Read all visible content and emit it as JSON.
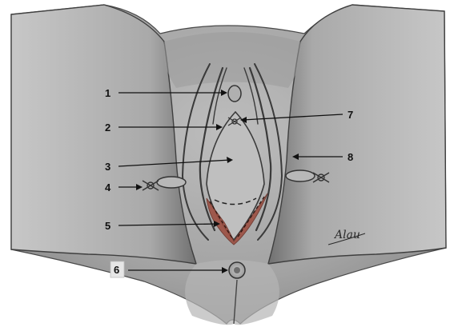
{
  "figure": {
    "colors": {
      "paper": "#ffffff",
      "skin": "#a6a6a6",
      "skin_light": "#c9c9c9",
      "shadow": "#5c5c5c",
      "ink": "#111111",
      "highlight_red": "#9c4a3c"
    },
    "callouts": [
      {
        "number": "1"
      },
      {
        "number": "2"
      },
      {
        "number": "3"
      },
      {
        "number": "4"
      },
      {
        "number": "5"
      },
      {
        "number": "6"
      },
      {
        "number": "7"
      },
      {
        "number": "8"
      }
    ],
    "signature": "Alau"
  }
}
